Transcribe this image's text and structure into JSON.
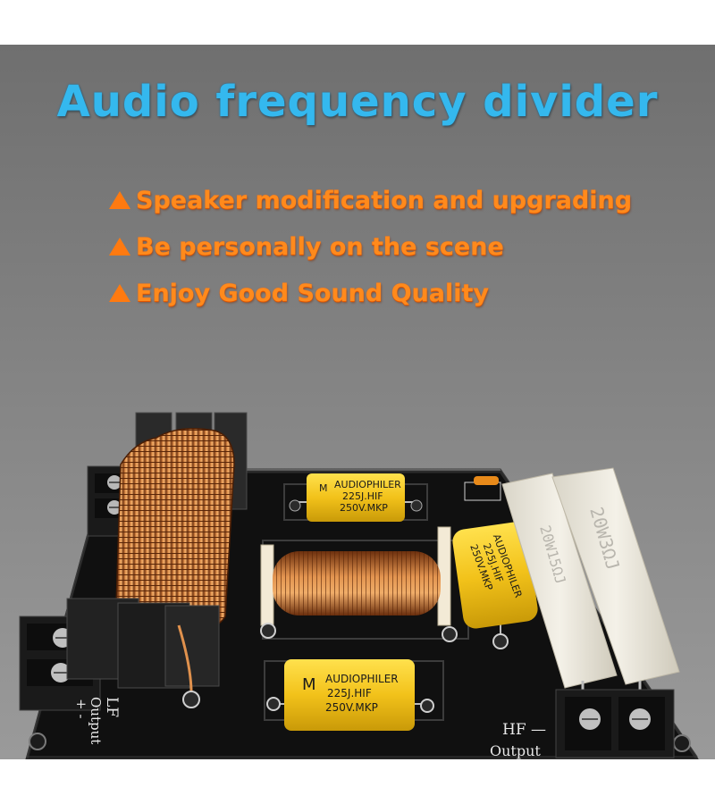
{
  "title": "Audio frequency divider",
  "bullets": [
    {
      "text": "Speaker modification and upgrading"
    },
    {
      "text": "Be personally on the scene"
    },
    {
      "text": "Enjoy Good Sound Quality"
    }
  ],
  "board": {
    "lf_label": "LF",
    "lf_output": "Output",
    "lf_polarity": "+ -",
    "hf_label": "HF —",
    "hf_output": "Output",
    "capacitors": [
      {
        "brand": "AUDIOPHILER",
        "value": "225J.HIF",
        "rating": "250V.MKP"
      },
      {
        "brand": "AUDIOPHILER",
        "value": "225J.HIF",
        "rating": "250V.MKP"
      },
      {
        "brand": "AUDIOPHILER",
        "value": "225J.HIF",
        "rating": "250V.MKP"
      }
    ],
    "resistors": [
      {
        "label": "20W15ΩJ"
      },
      {
        "label": "20W3ΩJ"
      }
    ]
  },
  "colors": {
    "title": "#34b8ee",
    "bullet": "#ff8a1c",
    "board": "#141414",
    "copper": "#c9773a",
    "capacitor": "#f2c21a",
    "resistor": "#ece8dc"
  }
}
